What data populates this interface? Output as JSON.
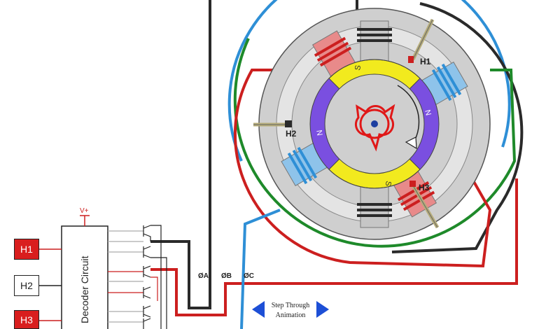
{
  "colors": {
    "phase_a": "#2a2a2a",
    "phase_b": "#cc1f1f",
    "phase_c": "#2e8fd6",
    "green_wire": "#1e8a2a",
    "magnet_north": "#7a4fe0",
    "magnet_south": "#f2ea1e",
    "stator": "#cfcfcf",
    "shaft_outline": "#e01818",
    "nav_arrow": "#1d4fd6"
  },
  "sensors": {
    "h1_label": "H1",
    "h2_label": "H2",
    "h3_label": "H3",
    "h1_box": "H1",
    "h2_box": "H2",
    "h3_box": "H3"
  },
  "poles": {
    "top": "S",
    "right": "N",
    "bottom": "S",
    "left": "N"
  },
  "decoder": {
    "title": "Decoder Circuit",
    "supply": "V+"
  },
  "phases": {
    "a": "ØA",
    "b": "ØB",
    "c": "ØC"
  },
  "nav": {
    "line1": "Step Through",
    "line2": "Animation"
  }
}
